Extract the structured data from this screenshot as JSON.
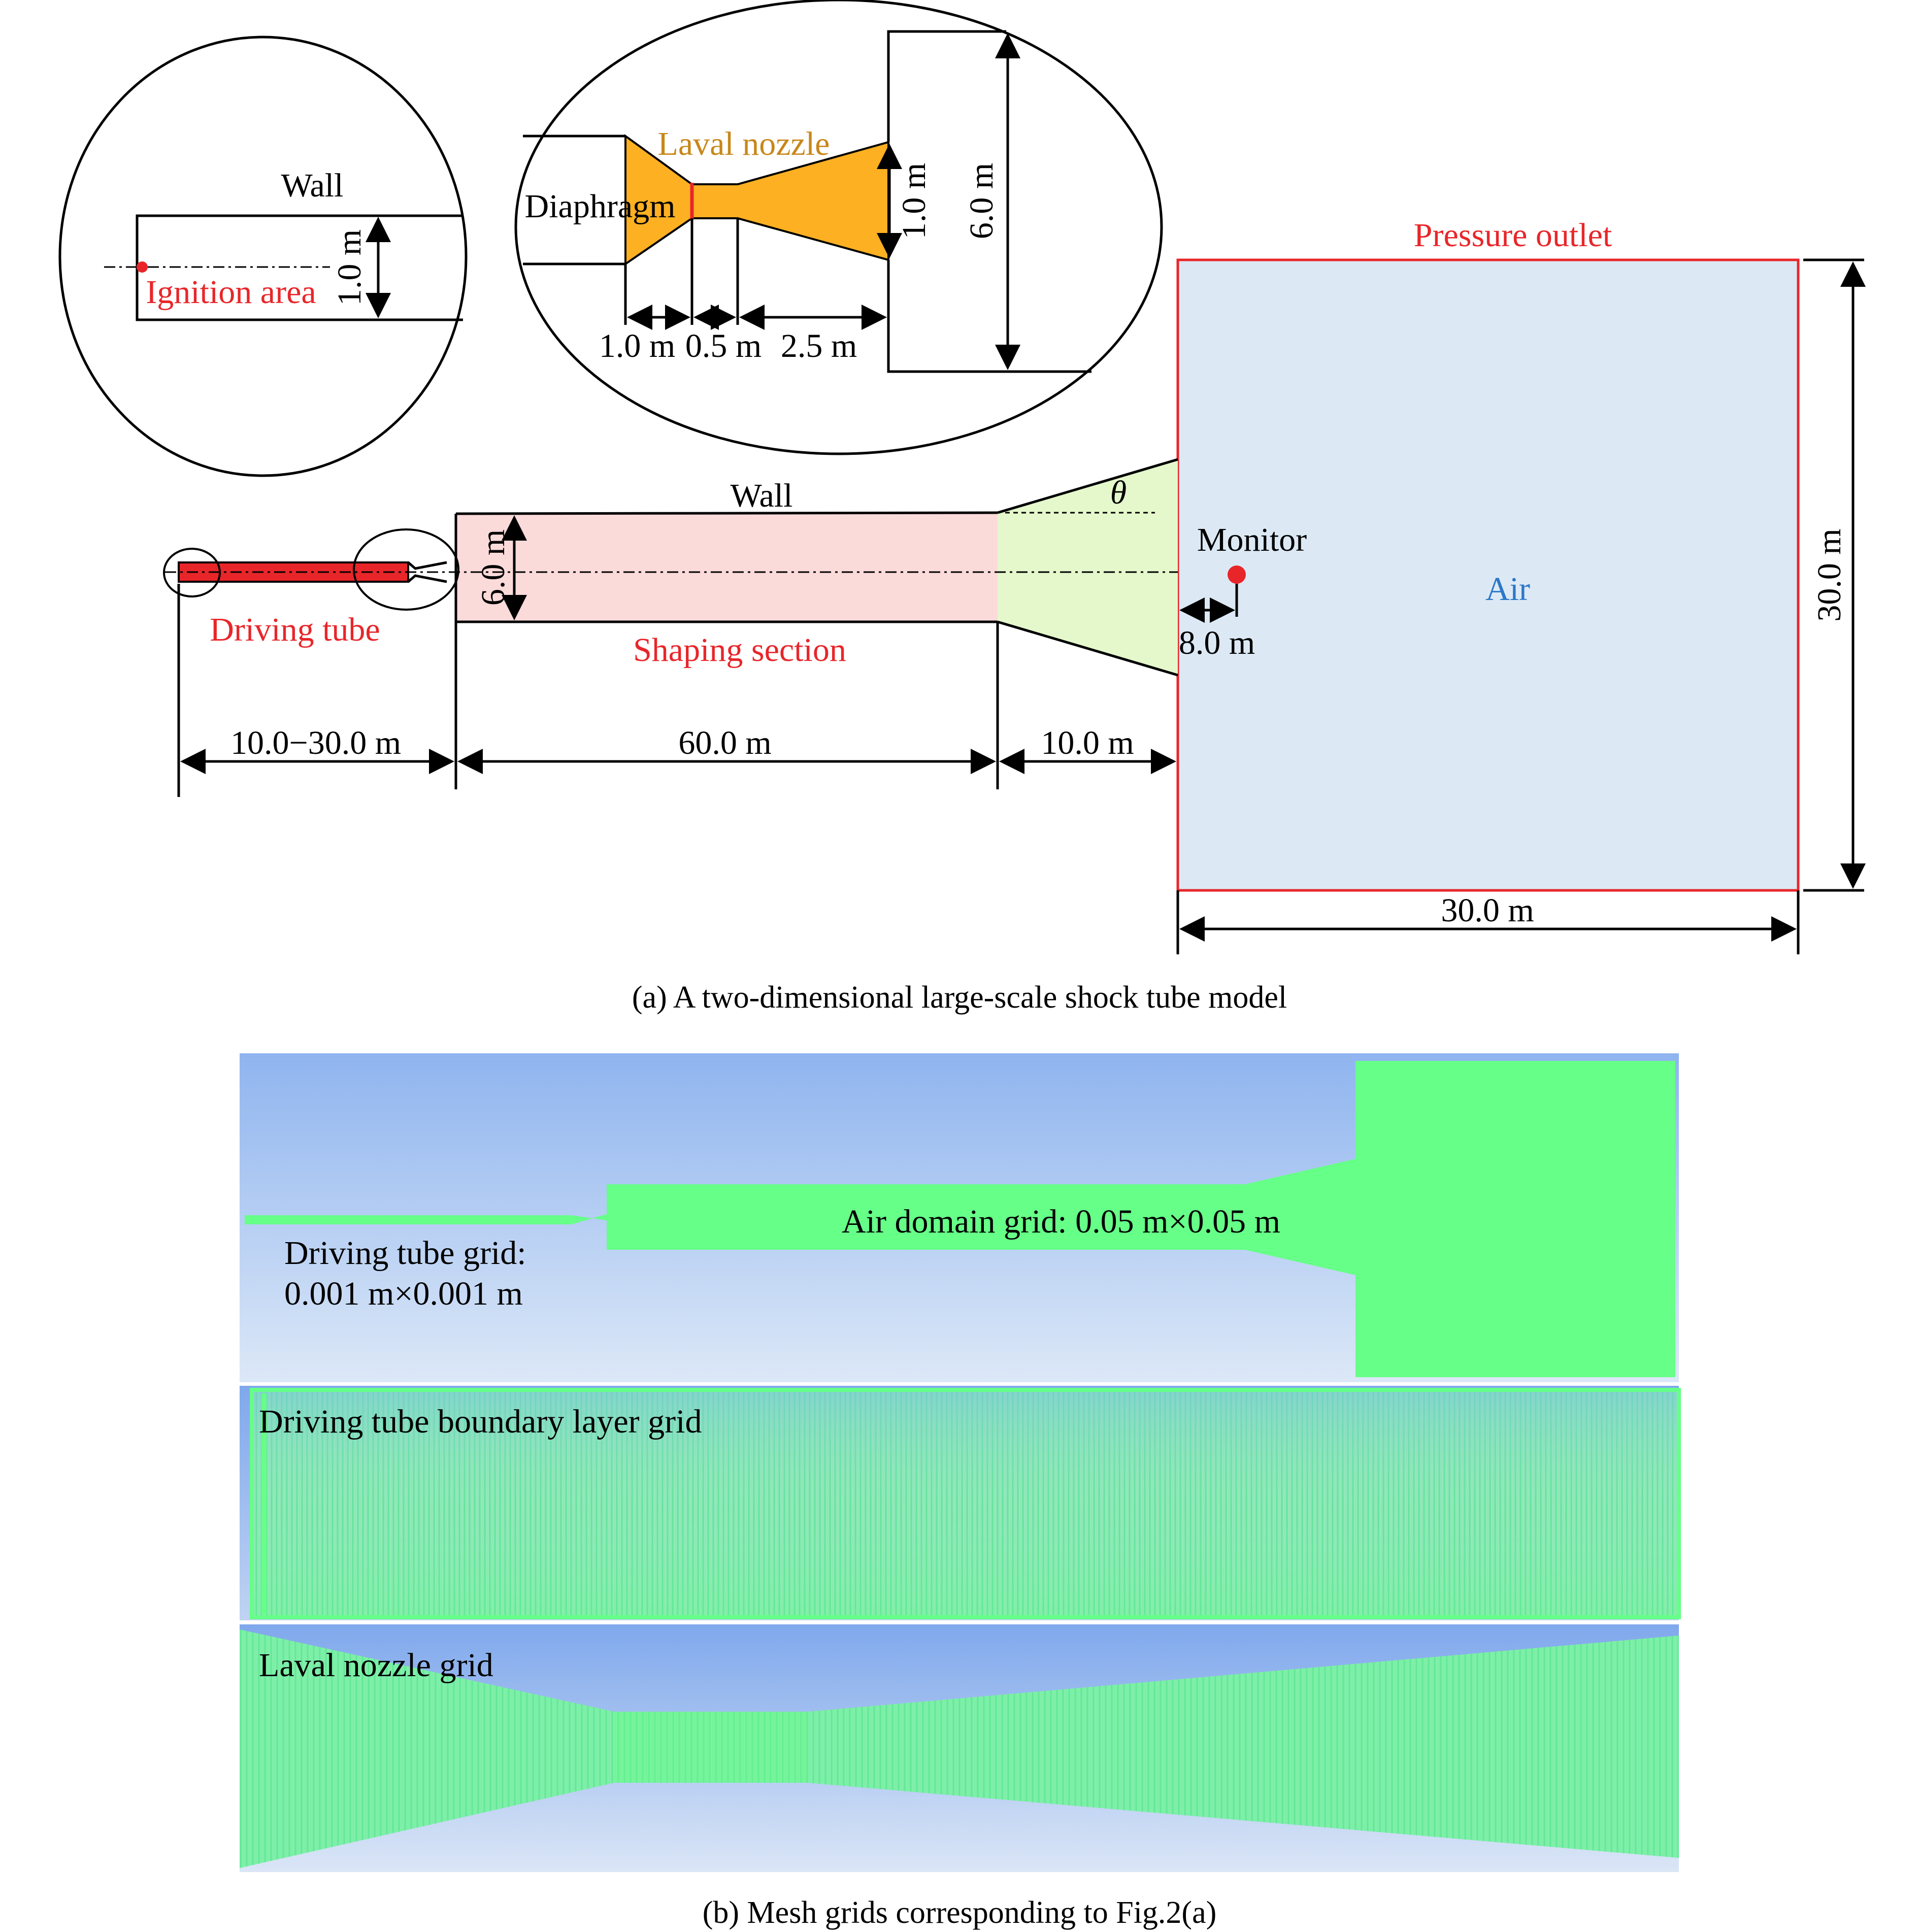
{
  "labels": {
    "wall_zoom": "Wall",
    "ignition_area": "Ignition area",
    "zoom_height_1": "1.0 m",
    "laval_nozzle": "Laval nozzle",
    "diaphragm": "Diaphragm",
    "nozzle_seg_1": "1.0 m",
    "nozzle_seg_2": "0.5 m",
    "nozzle_seg_3": "2.5 m",
    "nozzle_exit_height": "1.0 m",
    "nozzle_section_height": "6.0 m",
    "pressure_outlet": "Pressure outlet",
    "wall_main": "Wall",
    "theta": "θ",
    "monitor": "Monitor",
    "air": "Air",
    "domain_height": "30.0 m",
    "monitor_distance": "8.0 m",
    "shaping_height": "6.0 m",
    "driving_tube": "Driving tube",
    "shaping_section": "Shaping section",
    "len_driving": "10.0−30.0 m",
    "len_shaping": "60.0 m",
    "len_diffuser": "10.0 m",
    "domain_width": "30.0 m"
  },
  "captions": {
    "a": "(a) A two-dimensional large-scale shock tube model",
    "b": "(b) Mesh grids corresponding to Fig.2(a)"
  },
  "mesh": {
    "air_domain_grid": "Air domain grid: 0.05 m×0.05 m",
    "driving_tube_grid_line1": "Driving tube grid:",
    "driving_tube_grid_line2": "0.001 m×0.001 m",
    "boundary_layer_grid": "Driving tube boundary layer grid",
    "laval_nozzle_grid": "Laval nozzle grid"
  },
  "colors": {
    "red": "#e8262a",
    "driving_tube": "#e8262a",
    "laval_orange": "#fdb022",
    "shaping_pink": "#fbdada",
    "diffuser_green": "#e5f8cc",
    "air_blue": "#dce9f5",
    "mesh_green": "#66ff88"
  }
}
